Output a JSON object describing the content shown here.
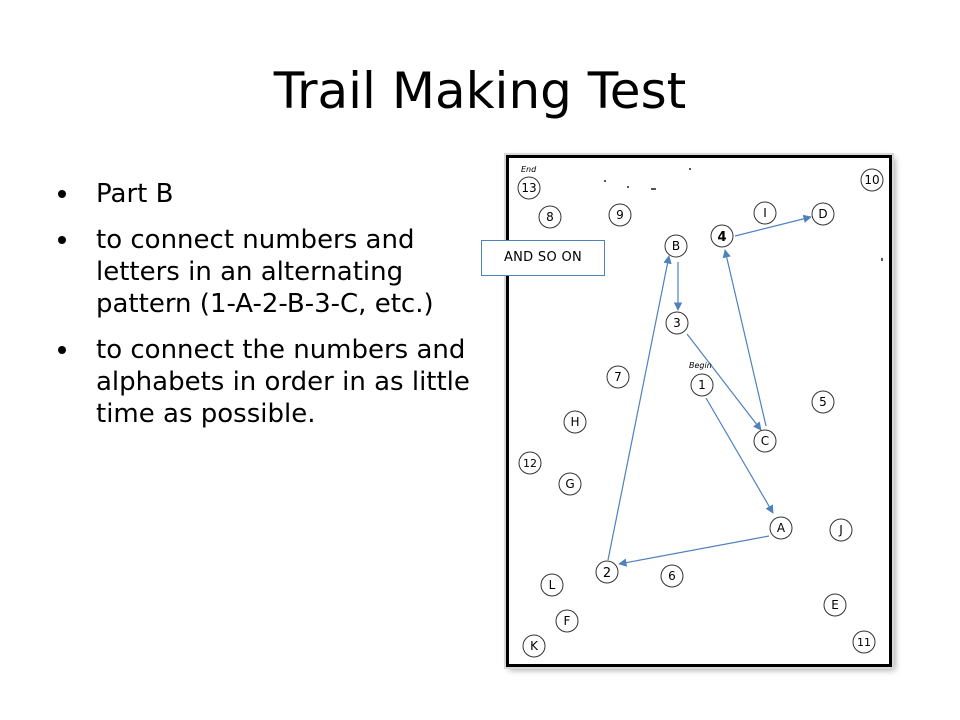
{
  "slide": {
    "title": "Trail Making Test",
    "bullets": [
      "Part B",
      "to connect numbers and letters in an alternating pattern (1-A-2-B-3-C, etc.)",
      "to connect the numbers and alphabets in order in as little time as possible."
    ]
  },
  "worksheet": {
    "end_label": "End",
    "begin_label": "Begin",
    "circle_labels": [
      "13",
      "10",
      "8",
      "9",
      "I",
      "D",
      "B",
      "4",
      "3",
      "7",
      "1",
      "5",
      "H",
      "C",
      "12",
      "G",
      "A",
      "J",
      "L",
      "2",
      "6",
      "F",
      "E",
      "K",
      "11"
    ],
    "line_color": "#4f81bd"
  },
  "callout": {
    "text": "AND SO ON",
    "border_color": "#4f81bd"
  }
}
